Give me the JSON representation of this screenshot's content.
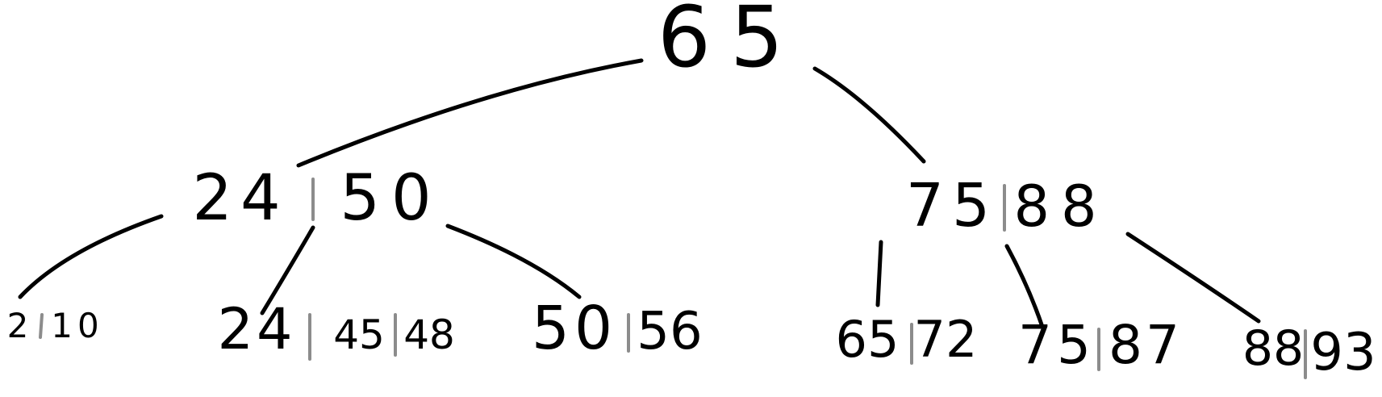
{
  "tree": {
    "root": {
      "keys": [
        "65"
      ]
    },
    "level1": [
      {
        "keys": [
          "24",
          "50"
        ]
      },
      {
        "keys": [
          "75",
          "88"
        ]
      }
    ],
    "leaves": [
      {
        "keys": [
          "2",
          "10"
        ]
      },
      {
        "keys": [
          "24",
          "45",
          "48"
        ]
      },
      {
        "keys": [
          "50",
          "56"
        ]
      },
      {
        "keys": [
          "65",
          "72"
        ]
      },
      {
        "keys": [
          "75",
          "87"
        ]
      },
      {
        "keys": [
          "88",
          "93"
        ]
      }
    ]
  },
  "colors": {
    "ink": "#000000",
    "separator": "#8c8c8c",
    "background": "#ffffff"
  }
}
